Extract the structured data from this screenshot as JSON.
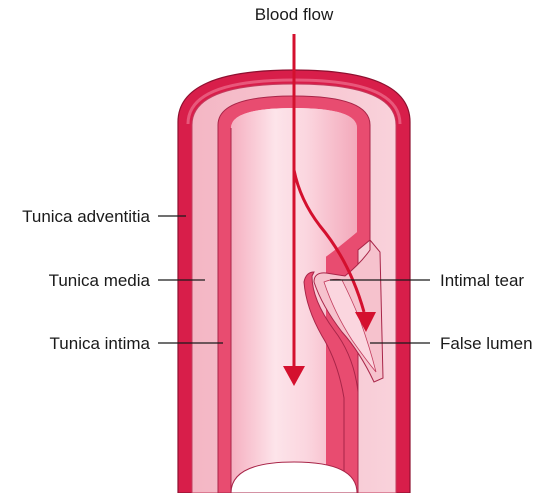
{
  "labels": {
    "blood_flow": "Blood flow",
    "tunica_adventitia": "Tunica adventitia",
    "tunica_media": "Tunica media",
    "tunica_intima": "Tunica intima",
    "intimal_tear": "Intimal tear",
    "false_lumen": "False lumen"
  },
  "colors": {
    "adventitia": "#d81e4a",
    "media": "#f6c2cd",
    "intima": "#e84c70",
    "lumen_light": "#fde4ea",
    "lumen_dark": "#f7b9c8",
    "arrow": "#d4102e",
    "leader_line": "#1a1a1a"
  }
}
